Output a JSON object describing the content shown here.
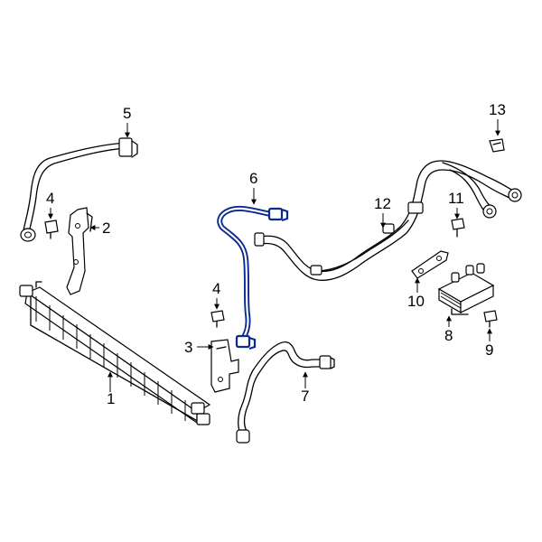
{
  "colors": {
    "highlight": "#0b2a8f",
    "line": "#000000",
    "background": "#ffffff"
  },
  "highlighted_part": "6",
  "callouts": [
    {
      "id": "c1",
      "label": "1"
    },
    {
      "id": "c2",
      "label": "2"
    },
    {
      "id": "c3",
      "label": "3"
    },
    {
      "id": "c4a",
      "label": "4"
    },
    {
      "id": "c4b",
      "label": "4"
    },
    {
      "id": "c5",
      "label": "5"
    },
    {
      "id": "c6",
      "label": "6"
    },
    {
      "id": "c7",
      "label": "7"
    },
    {
      "id": "c8",
      "label": "8"
    },
    {
      "id": "c9",
      "label": "9"
    },
    {
      "id": "c10",
      "label": "10"
    },
    {
      "id": "c11",
      "label": "11"
    },
    {
      "id": "c12",
      "label": "12"
    },
    {
      "id": "c13",
      "label": "13"
    }
  ]
}
